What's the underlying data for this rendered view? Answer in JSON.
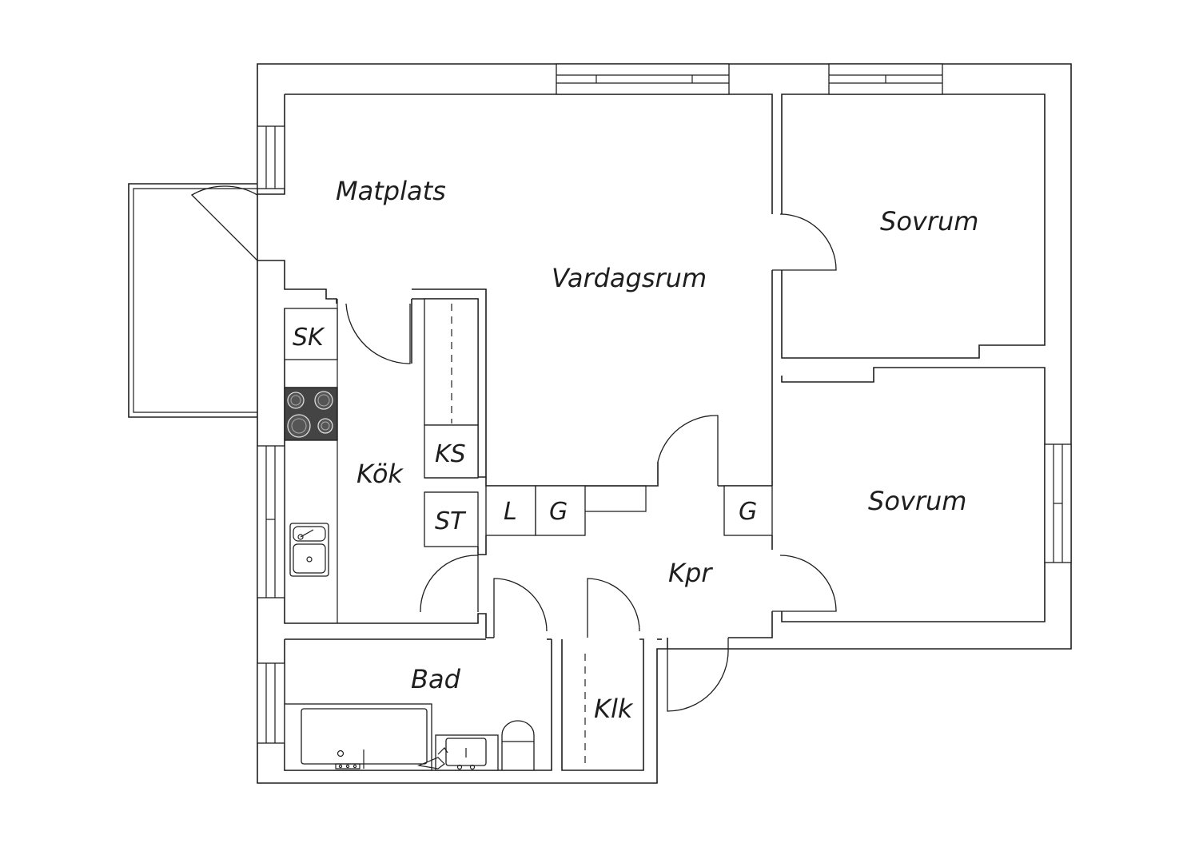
{
  "rooms": {
    "matplats": "Matplats",
    "vardagsrum": "Vardagsrum",
    "sovrum_top": "Sovrum",
    "sovrum_bottom": "Sovrum",
    "kok": "Kök",
    "kpr": "Kpr",
    "bad": "Bad",
    "klk": "Klk"
  },
  "fixtures": {
    "sk": "SK",
    "ks": "KS",
    "st": "ST",
    "l": "L",
    "g_left": "G",
    "g_right": "G"
  },
  "colors": {
    "line": "#1e1e1e",
    "stove": "#444444",
    "background": "#ffffff"
  }
}
